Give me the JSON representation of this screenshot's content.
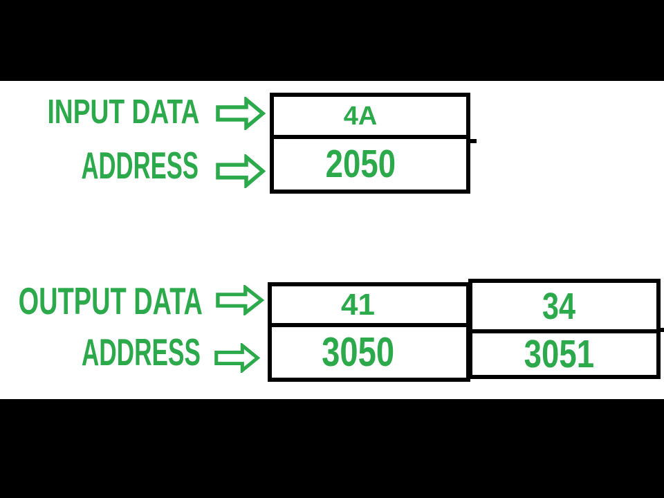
{
  "colors": {
    "accent_green": "#2BA94B",
    "letterbox_black": "#000000",
    "table_border": "#000000",
    "background": "#FFFFFF"
  },
  "icons": {
    "arrow": "right-block-arrow-icon"
  },
  "input": {
    "data_label": "INPUT DATA",
    "address_label": "ADDRESS",
    "cells": [
      {
        "data": "4A",
        "address": "2050"
      }
    ]
  },
  "output": {
    "data_label": "OUTPUT DATA",
    "address_label": "ADDRESS",
    "cells": [
      {
        "data": "41",
        "address": "3050"
      },
      {
        "data": "34",
        "address": "3051"
      }
    ]
  }
}
